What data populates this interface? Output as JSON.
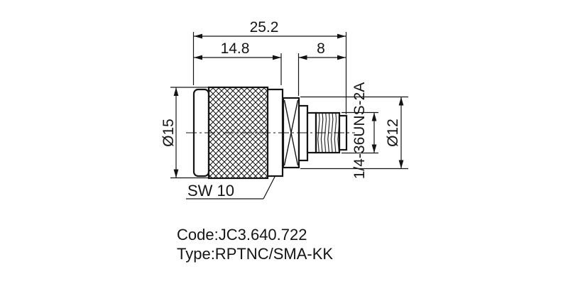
{
  "drawing": {
    "title_code": "Code:JC3.640.722",
    "title_type": "Type:RPTNC/SMA-KK",
    "dim_overall_length": "25.2",
    "dim_body_length": "14.8",
    "dim_sma_length": "8",
    "dia_body": "Ø15",
    "dia_hex": "Ø12",
    "wrench_size": "SW 10",
    "thread_spec": "1/4-36UNS-2A"
  },
  "colors": {
    "line": "#141414",
    "background": "#ffffff"
  }
}
